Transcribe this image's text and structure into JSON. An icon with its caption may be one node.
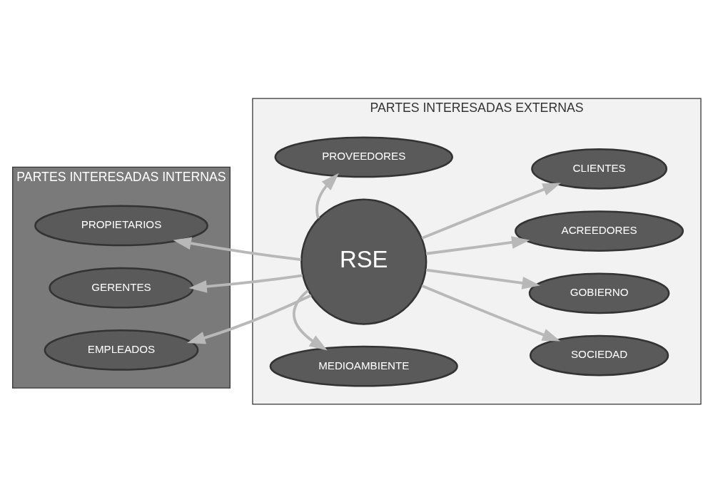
{
  "diagram": {
    "nodes": [
      {
        "text": [
          "PARTES INTERESADAS INTERNAS"
        ]
      },
      {
        "text": [
          "EMPLEADOS"
        ],
        "in": 0
      },
      {
        "text": [
          "GERENTES"
        ],
        "in": 0
      },
      {
        "text": [
          "PROPIETARIOS"
        ],
        "in": 0
      },
      {
        "text": [
          "PARTES INTERESADAS EXTERNAS"
        ]
      },
      {
        "text": [
          "PROVEEDORES"
        ],
        "in": 4
      },
      {
        "text": [
          "SOCIEDAD"
        ],
        "in": 4
      },
      {
        "text": [
          "GOBIERNO"
        ],
        "in": 4
      },
      {
        "text": [
          "RSE"
        ],
        "in": 4
      },
      {
        "text": [
          "ACREEDORES"
        ],
        "in": 4
      },
      {
        "text": [
          "CLIENTES"
        ],
        "in": 4
      },
      {
        "text": [
          "MEDIOAMBIENTE"
        ],
        "in": 4
      }
    ],
    "edges": [
      {
        "from": 8,
        "to": 5,
        "arrow": "to"
      },
      {
        "from": 8,
        "to": 6,
        "arrow": "to"
      },
      {
        "from": 8,
        "to": 7,
        "arrow": "to"
      },
      {
        "from": 8,
        "to": 9,
        "arrow": "to"
      },
      {
        "from": 8,
        "to": 10,
        "arrow": "to"
      },
      {
        "from": 8,
        "to": 11,
        "arrow": "to"
      },
      {
        "from": 8,
        "to": 1,
        "arrow": "to"
      },
      {
        "from": 8,
        "to": 2,
        "arrow": "to"
      },
      {
        "from": 8,
        "to": 3,
        "arrow": "to"
      }
    ]
  }
}
